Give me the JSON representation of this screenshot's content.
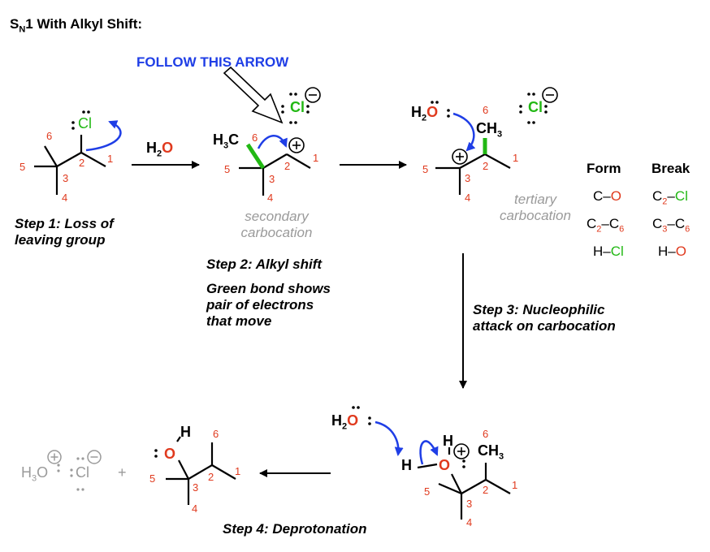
{
  "title": {
    "main": "S",
    "sub": "N",
    "rest": "1 With Alkyl Shift:"
  },
  "follow_arrow_label": "FOLLOW THIS ARROW",
  "reagent": {
    "h": "H",
    "sub": "2",
    "o": "O"
  },
  "steps": {
    "step1": [
      "Step 1: Loss of",
      "leaving group"
    ],
    "step2": "Step 2: Alkyl shift",
    "step2_note": [
      "Green bond shows",
      "pair of electrons",
      "that move"
    ],
    "step3": [
      "Step 3: Nucleophilic",
      "attack on carbocation"
    ],
    "step4": "Step 4: Deprotonation"
  },
  "carbocation_labels": {
    "secondary": [
      "secondary",
      "carbocation"
    ],
    "tertiary": [
      "tertiary",
      "carbocation"
    ]
  },
  "bonds_table": {
    "form_header": "Form",
    "break_header": "Break",
    "form": [
      {
        "a": "C",
        "b": "O",
        "a_sub": "",
        "b_sub": ""
      },
      {
        "a": "C",
        "b": "C",
        "a_sub": "2",
        "b_sub": "6"
      },
      {
        "a": "H",
        "b": "Cl",
        "a_sub": "",
        "b_sub": ""
      }
    ],
    "break": [
      {
        "a": "C",
        "b": "Cl",
        "a_sub": "2",
        "b_sub": ""
      },
      {
        "a": "C",
        "b": "C",
        "a_sub": "3",
        "b_sub": "6"
      },
      {
        "a": "H",
        "b": "O",
        "a_sub": "",
        "b_sub": ""
      }
    ]
  },
  "atoms": {
    "cl": "Cl",
    "o": "O",
    "h": "H",
    "h3c": "H",
    "h3c_c": "C",
    "ch3_c": "C",
    "ch3_h": "H",
    "three": "3",
    "two": "2"
  },
  "carbon_numbers": [
    "1",
    "2",
    "3",
    "4",
    "5",
    "6"
  ],
  "products": {
    "h3o_h": "H",
    "h3o_sub": "3",
    "h3o_o": "O",
    "cl": "Cl",
    "plus": "+"
  },
  "colors": {
    "red": "#e03a1e",
    "green": "#22b814",
    "blue": "#1f3ee6",
    "gray": "#9a9a9a",
    "black": "#000000"
  }
}
